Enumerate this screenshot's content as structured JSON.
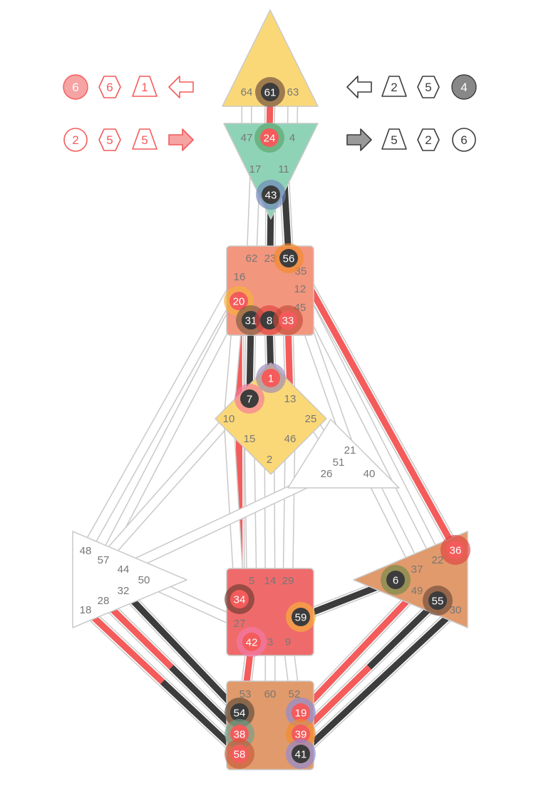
{
  "colors": {
    "design": "#f45b5b",
    "personality": "#3c3c3c",
    "channel_white": "#ffffff",
    "channel_border": "#c9c9c9",
    "center_yellow": "#fbd877",
    "center_green": "#8fd3b7",
    "center_salmon": "#f2967d",
    "center_red": "#ef6b6b",
    "center_tan": "#e19a6b",
    "gate_text": "#777777"
  },
  "design_column": [
    {
      "value": "6",
      "icon": "filled-circle-icon"
    },
    {
      "value": "6",
      "icon": "hexagon-icon"
    },
    {
      "value": "1",
      "icon": "trapezoid-icon"
    },
    {
      "value": "",
      "icon": "arrow-left-outline-icon"
    },
    {
      "value": "2",
      "icon": "circle-icon"
    },
    {
      "value": "5",
      "icon": "hexagon-icon"
    },
    {
      "value": "5",
      "icon": "trapezoid-icon"
    },
    {
      "value": "",
      "icon": "arrow-right-filled-icon"
    }
  ],
  "personality_column": [
    {
      "value": "",
      "icon": "arrow-left-outline-icon"
    },
    {
      "value": "2",
      "icon": "trapezoid-icon"
    },
    {
      "value": "5",
      "icon": "hexagon-icon"
    },
    {
      "value": "4",
      "icon": "filled-circle-icon"
    },
    {
      "value": "",
      "icon": "arrow-right-filled-icon"
    },
    {
      "value": "5",
      "icon": "trapezoid-icon"
    },
    {
      "value": "2",
      "icon": "hexagon-icon"
    },
    {
      "value": "6",
      "icon": "circle-icon"
    }
  ],
  "gates_plain": [
    "64",
    "63",
    "47",
    "4",
    "17",
    "11",
    "62",
    "23",
    "16",
    "35",
    "12",
    "45",
    "13",
    "10",
    "25",
    "15",
    "46",
    "2",
    "21",
    "51",
    "26",
    "40",
    "48",
    "57",
    "44",
    "50",
    "32",
    "28",
    "18",
    "22",
    "37",
    "49",
    "30",
    "5",
    "14",
    "29",
    "27",
    "3",
    "9",
    "53",
    "60",
    "52"
  ],
  "gates_active": [
    {
      "id": "61",
      "kind": "personality",
      "halo": "#6b4a3a"
    },
    {
      "id": "24",
      "kind": "design",
      "halo": "#5aa36a"
    },
    {
      "id": "43",
      "kind": "personality",
      "halo": "#6f83b8"
    },
    {
      "id": "56",
      "kind": "personality",
      "halo": "#f28a2a"
    },
    {
      "id": "20",
      "kind": "design",
      "halo": "#f6b23a"
    },
    {
      "id": "31",
      "kind": "personality",
      "halo": "#7a5a40"
    },
    {
      "id": "8",
      "kind": "personality",
      "halo": "#e04040"
    },
    {
      "id": "33",
      "kind": "design",
      "halo": "#c44a3a"
    },
    {
      "id": "1",
      "kind": "design",
      "halo": "#9a8ab8"
    },
    {
      "id": "7",
      "kind": "personality",
      "halo": "#f27a9a"
    },
    {
      "id": "36",
      "kind": "design",
      "halo": "#e04040"
    },
    {
      "id": "6",
      "kind": "personality",
      "halo": "#6f8a4a"
    },
    {
      "id": "55",
      "kind": "personality",
      "halo": "#6b4a3a"
    },
    {
      "id": "34",
      "kind": "design",
      "halo": "#6b3a30"
    },
    {
      "id": "59",
      "kind": "personality",
      "halo": "#f6b23a"
    },
    {
      "id": "42",
      "kind": "design",
      "halo": "#f27aaa"
    },
    {
      "id": "54",
      "kind": "personality",
      "halo": "#5a4a3a"
    },
    {
      "id": "38",
      "kind": "design",
      "halo": "#6fa08a"
    },
    {
      "id": "58",
      "kind": "design",
      "halo": "#c45a3a"
    },
    {
      "id": "19",
      "kind": "design",
      "halo": "#8a8ad8"
    },
    {
      "id": "39",
      "kind": "design",
      "halo": "#f28a2a"
    },
    {
      "id": "41",
      "kind": "personality",
      "halo": "#8a8ad8"
    }
  ]
}
